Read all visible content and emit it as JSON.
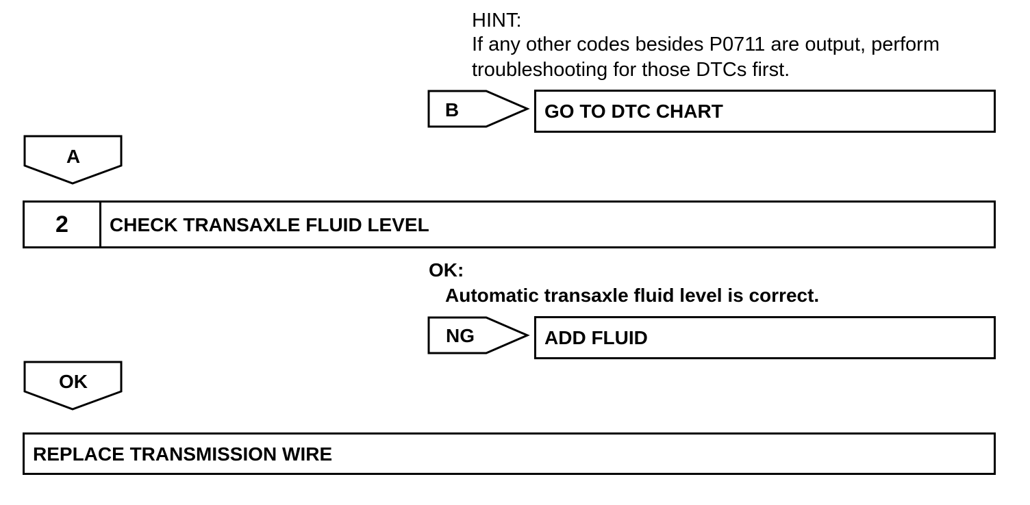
{
  "hint": {
    "title": "HINT:",
    "line1": "If any other codes besides P0711 are output, perform",
    "line2": "troubleshooting for those DTCs first."
  },
  "branch_b": {
    "label": "B",
    "result": "GO TO DTC CHART"
  },
  "flow_a": {
    "label": "A"
  },
  "step2": {
    "number": "2",
    "title": "CHECK TRANSAXLE FLUID LEVEL"
  },
  "ok_criteria": {
    "title": "OK:",
    "text": "Automatic transaxle fluid level is correct."
  },
  "branch_ng": {
    "label": "NG",
    "result": "ADD FLUID"
  },
  "flow_ok": {
    "label": "OK"
  },
  "final": {
    "title": "REPLACE TRANSMISSION WIRE"
  }
}
